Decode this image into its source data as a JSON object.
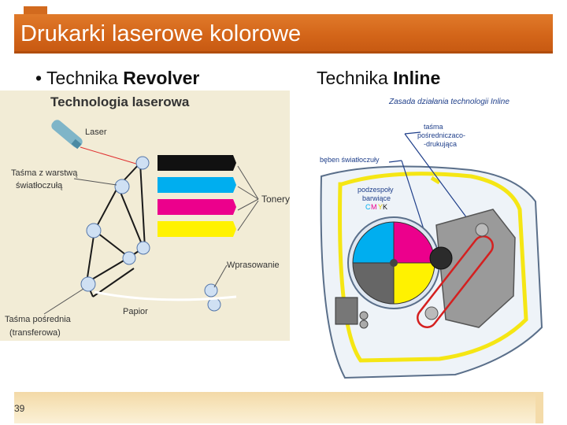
{
  "slide": {
    "title": "Drukarki laserowe kolorowe",
    "page_number": "39"
  },
  "left": {
    "bullet_symbol": "•",
    "bullet_prefix": "Technika ",
    "bullet_bold": "Revolver",
    "figure": {
      "title": "Technologia laserowa",
      "label_laser": "Laser",
      "label_belt_line1": "Taśma z warstwą",
      "label_belt_line2": "światłoczułą",
      "label_toner": "Tonery",
      "label_fusing": "Wprasowanie",
      "label_paper": "Papior",
      "label_transfer_line1": "Taśma pośrednia",
      "label_transfer_line2": "(transferowa)",
      "toner_colors": [
        "#111111",
        "#00aeef",
        "#ec008c",
        "#fff200"
      ]
    }
  },
  "right": {
    "bullet_prefix": "Technika ",
    "bullet_bold": "Inline",
    "figure": {
      "title": "Zasada działania technologii Inline",
      "label_tape_line1": "taśma",
      "label_tape_line2": "pośredniczaco-",
      "label_tape_line3": "-drukująca",
      "label_drum": "bęben światłoczuły",
      "label_units_line1": "podzespoły",
      "label_units_line2": "barwiące",
      "cmyk_c": "C",
      "cmyk_m": "M",
      "cmyk_y": "Y",
      "cmyk_k": "K"
    }
  },
  "colors": {
    "accent": "#d4661a",
    "cyan": "#00aeef",
    "magenta": "#ec008c",
    "yellow": "#fff200",
    "black": "#111111",
    "paper_path": "#f5e614",
    "label_blue": "#1f3f8a",
    "red_belt": "#d42020"
  }
}
